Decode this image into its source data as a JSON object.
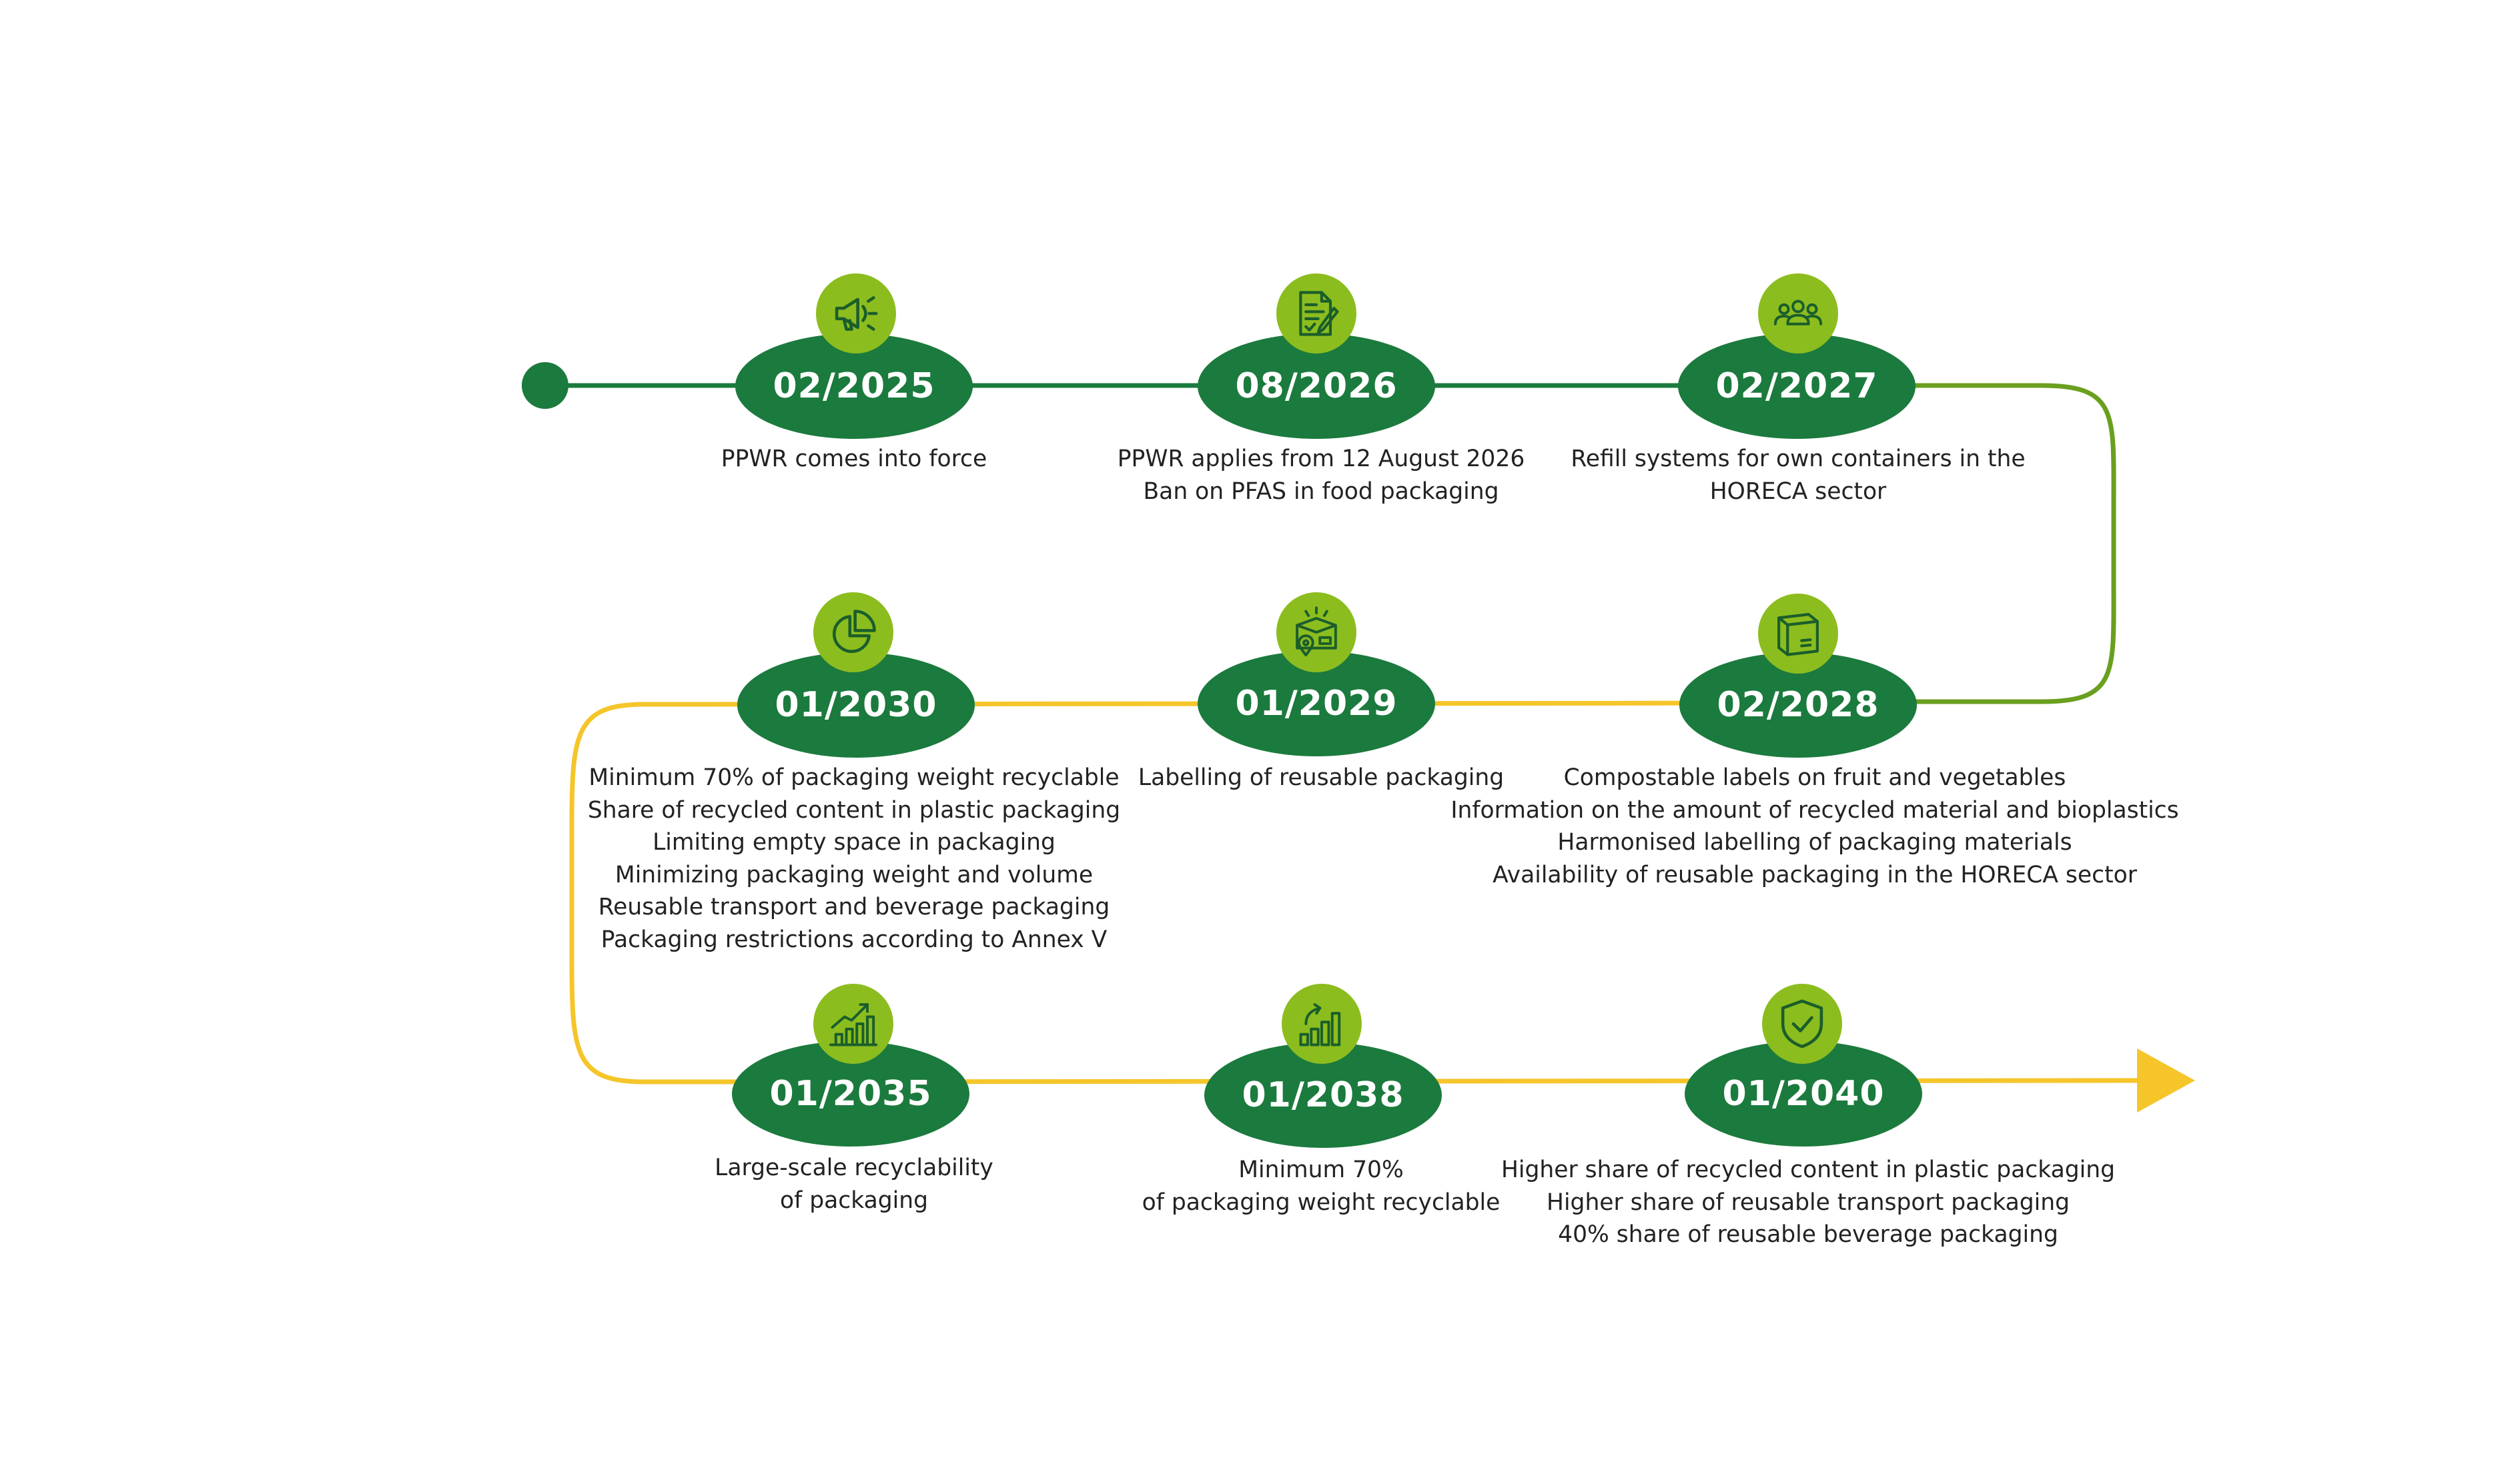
{
  "colors": {
    "dark_green": "#1b7a3d",
    "light_green": "#8cbd1f",
    "olive_line": "#6a9f1f",
    "yellow": "#f5c52a",
    "text": "#222222"
  },
  "milestones": [
    {
      "date": "02/2025",
      "icon": "megaphone-icon",
      "lines": [
        "PPWR comes into force"
      ]
    },
    {
      "date": "08/2026",
      "icon": "document-checklist-icon",
      "lines": [
        "PPWR applies from 12 August 2026",
        "Ban on PFAS in food packaging"
      ]
    },
    {
      "date": "02/2027",
      "icon": "people-group-icon",
      "lines": [
        "Refill systems for own containers in the",
        "HORECA sector"
      ]
    },
    {
      "date": "02/2028",
      "icon": "box-label-icon",
      "lines": [
        "Compostable labels on fruit and vegetables",
        "Information on the amount of recycled material and bioplastics",
        "Harmonised labelling of packaging materials",
        "Availability of reusable packaging in the HORECA sector"
      ]
    },
    {
      "date": "01/2029",
      "icon": "package-location-icon",
      "lines": [
        "Labelling of reusable packaging"
      ]
    },
    {
      "date": "01/2030",
      "icon": "pie-chart-icon",
      "lines": [
        "Minimum 70% of packaging weight recyclable",
        "Share of recycled content in plastic packaging",
        "Limiting empty space in packaging",
        "Minimizing packaging weight and volume",
        "Reusable transport and beverage packaging",
        "Packaging restrictions according to Annex V"
      ]
    },
    {
      "date": "01/2035",
      "icon": "growth-chart-icon",
      "lines": [
        "Large-scale recyclability",
        "of packaging"
      ]
    },
    {
      "date": "01/2038",
      "icon": "bar-chart-arrow-icon",
      "lines": [
        "Minimum 70%",
        "of packaging weight recyclable"
      ]
    },
    {
      "date": "01/2040",
      "icon": "shield-check-icon",
      "lines": [
        "Higher share of recycled content in plastic packaging",
        "Higher share of reusable transport packaging",
        "40% share of reusable beverage packaging"
      ]
    }
  ]
}
